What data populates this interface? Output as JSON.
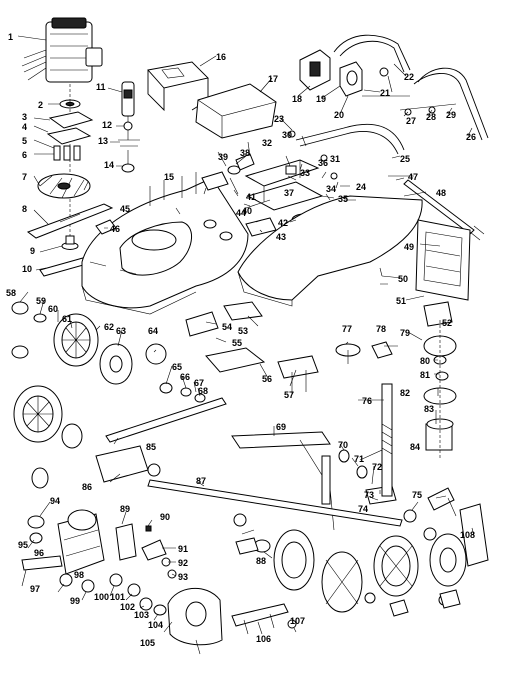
{
  "diagram": {
    "type": "exploded parts diagram",
    "callouts": [
      "1",
      "2",
      "3",
      "4",
      "5",
      "6",
      "7",
      "8",
      "9",
      "10",
      "11",
      "12",
      "13",
      "14",
      "15",
      "16",
      "17",
      "18",
      "19",
      "20",
      "21",
      "22",
      "23",
      "24",
      "25",
      "26",
      "27",
      "28",
      "29",
      "30",
      "31",
      "32",
      "33",
      "34",
      "35",
      "36",
      "37",
      "38",
      "39",
      "40",
      "41",
      "42",
      "43",
      "44",
      "45",
      "46",
      "47",
      "48",
      "49",
      "50",
      "51",
      "52",
      "53",
      "54",
      "55",
      "56",
      "57",
      "58",
      "59",
      "60",
      "61",
      "62",
      "63",
      "64",
      "65",
      "66",
      "67",
      "68",
      "69",
      "70",
      "71",
      "72",
      "73",
      "74",
      "75",
      "76",
      "77",
      "78",
      "79",
      "80",
      "81",
      "82",
      "83",
      "84",
      "85",
      "86",
      "87",
      "88",
      "89",
      "90",
      "91",
      "92",
      "93",
      "94",
      "95",
      "96",
      "97",
      "98",
      "99",
      "100",
      "101",
      "102",
      "103",
      "104",
      "105",
      "106",
      "107",
      "108"
    ]
  }
}
